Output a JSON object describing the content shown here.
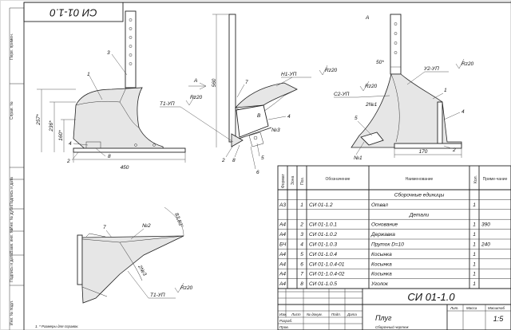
{
  "stamp_top": "СИ 01-1.0",
  "side_labels": [
    "Перв. примен.",
    "Справ. №",
    "Подпись и дата",
    "Инв. № дубл.",
    "Взам. инв. №",
    "Подпись и дата",
    "Инв. № подл."
  ],
  "view1": {
    "leader_3": "3",
    "leader_1": "1",
    "leader_4": "4",
    "leader_8": "8",
    "leader_2": "2",
    "dim_257": "257*",
    "dim_236": "236*",
    "dim_160": "160*",
    "dim_450": "450"
  },
  "view2": {
    "roughness_1": "Rz20",
    "roughness_2": "Rz20",
    "weld_1": "Т1-УП",
    "weld_2": "Н1-УП",
    "section_a": "А",
    "section_b": "В",
    "dim_560": "560",
    "leader_7": "7",
    "leader_4": "4",
    "leader_2": "2",
    "leader_8": "8",
    "leader_6": "6",
    "leader_5": "5",
    "mark_no3": "№3"
  },
  "view3": {
    "section_a": "А",
    "dim_50": "50*",
    "weld_y2": "У2-УП",
    "roughness": "Rz20",
    "weld_c2": "С2-УП",
    "roughness_2": "Rz20",
    "dim_2": "2№1",
    "mark_no1": "№1",
    "leader_5": "5",
    "leader_1": "1",
    "leader_4": "4",
    "leader_2": "2",
    "dim_170": "170"
  },
  "view4": {
    "leader_7": "7",
    "mark_no2": "№2",
    "dim_angle": "83,83°",
    "mark_no3": "2№3",
    "weld": "Т1-УП",
    "roughness": "Rz20"
  },
  "spec_table": {
    "headers": [
      "Формат",
      "Зона",
      "Поз.",
      "Обозначение",
      "Наименование",
      "Кол.",
      "Приме-чание"
    ],
    "section_assembly": "Сборочные единицы",
    "section_parts": "Детали",
    "rows": [
      {
        "format": "А3",
        "zone": "",
        "pos": "1",
        "code": "СИ 01-1.2",
        "name": "Отвал",
        "qty": "1",
        "note": ""
      },
      {
        "format": "А4",
        "zone": "",
        "pos": "2",
        "code": "СИ 01-1.0.1",
        "name": "Основание",
        "qty": "1",
        "note": "390"
      },
      {
        "format": "А4",
        "zone": "",
        "pos": "3",
        "code": "СИ 01-1.0.2",
        "name": "Державка",
        "qty": "1",
        "note": ""
      },
      {
        "format": "БЧ",
        "zone": "",
        "pos": "4",
        "code": "СИ 01-1.0.3",
        "name": "Пруток D=10",
        "qty": "1",
        "note": "240"
      },
      {
        "format": "А4",
        "zone": "",
        "pos": "5",
        "code": "СИ 01-1.0.4",
        "name": "Косынка",
        "qty": "1",
        "note": ""
      },
      {
        "format": "А4",
        "zone": "",
        "pos": "6",
        "code": "СИ 01-1.0.4-01",
        "name": "Косынка",
        "qty": "1",
        "note": ""
      },
      {
        "format": "А4",
        "zone": "",
        "pos": "7",
        "code": "СИ 01-1.0.4-02",
        "name": "Косынка",
        "qty": "1",
        "note": ""
      },
      {
        "format": "А4",
        "zone": "",
        "pos": "8",
        "code": "СИ 01-1.0.5",
        "name": "Уголок",
        "qty": "1",
        "note": ""
      }
    ]
  },
  "title_block": {
    "doc_code": "СИ 01-1.0",
    "product": "Плуг",
    "subtitle": "Сборочный чертеж",
    "col_izm": "Изм.",
    "col_list": "Лист",
    "col_doc": "№ докум.",
    "col_sign": "Подп.",
    "col_date": "Дата",
    "razrab": "Разраб.",
    "prov": "Пров.",
    "lit": "Лит.",
    "massa": "Масса",
    "masshtab": "Масштаб",
    "scale": "1:5"
  },
  "footnote": "1. * Размеры для справок."
}
